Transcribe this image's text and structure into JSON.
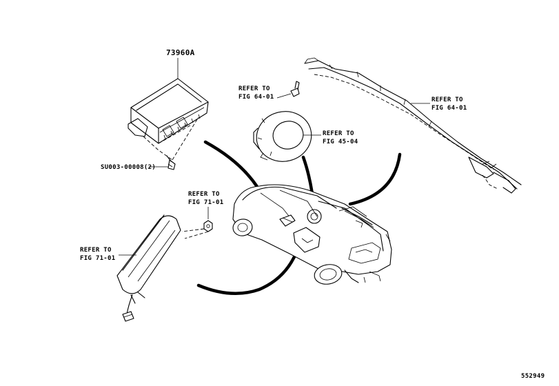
{
  "labels": {
    "part_number": "73960A",
    "bolt": "SU003-00008(2)",
    "refer_top": {
      "line1": "REFER TO",
      "line2": "FIG 64-01"
    },
    "refer_right": {
      "line1": "REFER TO",
      "line2": "FIG 64-01"
    },
    "refer_wheel": {
      "line1": "REFER TO",
      "line2": "FIG 45-04"
    },
    "refer_seat_nut": {
      "line1": "REFER TO",
      "line2": "FIG 71-01"
    },
    "refer_seat": {
      "line1": "REFER TO",
      "line2": "FIG 71-01"
    },
    "figure_id": "552949"
  }
}
